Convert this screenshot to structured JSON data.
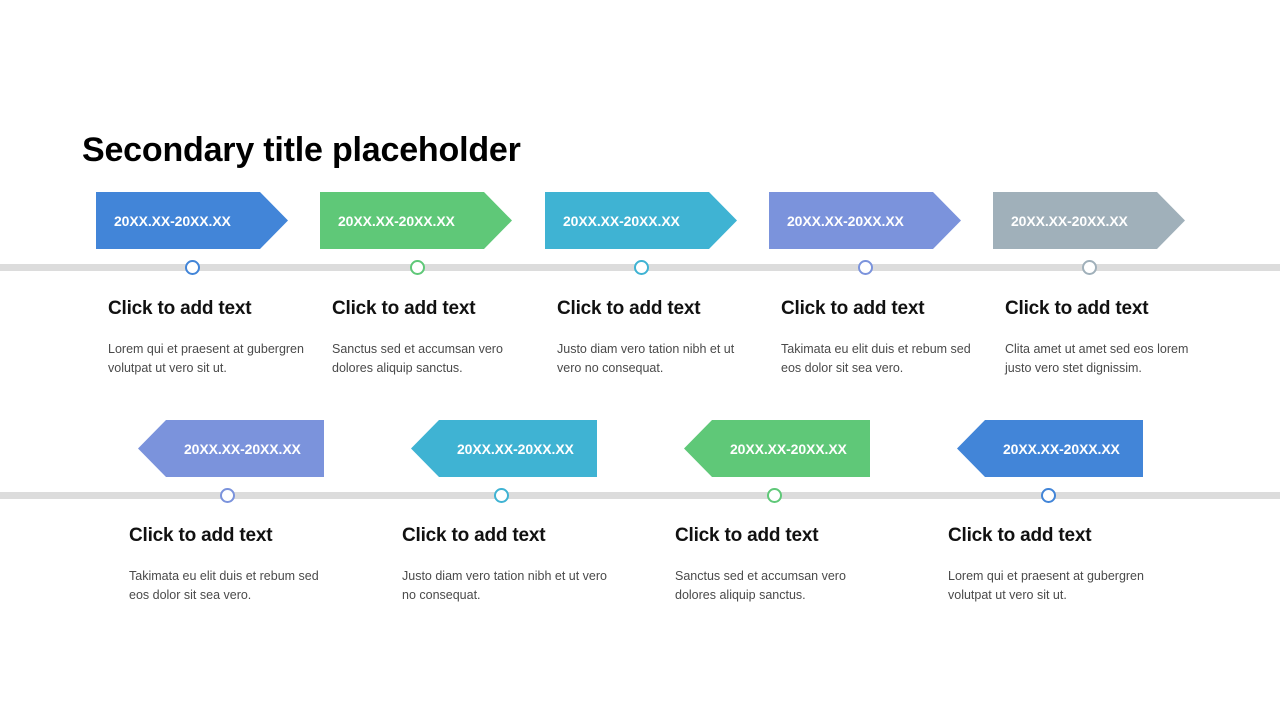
{
  "slide": {
    "title": "Secondary title placeholder",
    "background": "#ffffff",
    "rail_color": "#dcdcdc"
  },
  "palette": {
    "blue": "#4285d8",
    "green": "#5fc878",
    "teal": "#3fb3d3",
    "purple": "#7b93dc",
    "gray": "#a0b0ba"
  },
  "row1": {
    "direction": "right",
    "items": [
      {
        "date": "20XX.XX-20XX.XX",
        "heading": "Click to add text",
        "body": "Lorem qui et praesent at gubergren volutpat ut vero sit ut.",
        "color": "#4285d8",
        "marker": "timeline-marker"
      },
      {
        "date": "20XX.XX-20XX.XX",
        "heading": "Click to add text",
        "body": "Sanctus sed et accumsan vero dolores aliquip sanctus.",
        "color": "#5fc878",
        "marker": "timeline-marker"
      },
      {
        "date": "20XX.XX-20XX.XX",
        "heading": "Click to add text",
        "body": "Justo diam vero tation nibh et ut vero no consequat.",
        "color": "#3fb3d3",
        "marker": "timeline-marker"
      },
      {
        "date": "20XX.XX-20XX.XX",
        "heading": "Click to add text",
        "body": "Takimata eu elit duis et rebum sed eos dolor sit sea vero.",
        "color": "#7b93dc",
        "marker": "timeline-marker"
      },
      {
        "date": "20XX.XX-20XX.XX",
        "heading": "Click to add text",
        "body": "Clita amet ut amet sed eos lorem justo vero stet dignissim.",
        "color": "#a0b0ba",
        "marker": "timeline-marker"
      }
    ]
  },
  "row2": {
    "direction": "left",
    "items": [
      {
        "date": "20XX.XX-20XX.XX",
        "heading": "Click to add text",
        "body": "Takimata eu elit duis et rebum sed eos dolor sit sea vero.",
        "color": "#7b93dc",
        "marker": "timeline-marker"
      },
      {
        "date": "20XX.XX-20XX.XX",
        "heading": "Click to add text",
        "body": "Justo diam vero tation nibh et ut vero no consequat.",
        "color": "#3fb3d3",
        "marker": "timeline-marker"
      },
      {
        "date": "20XX.XX-20XX.XX",
        "heading": "Click to add text",
        "body": "Sanctus sed et accumsan vero dolores aliquip sanctus.",
        "color": "#5fc878",
        "marker": "timeline-marker"
      },
      {
        "date": "20XX.XX-20XX.XX",
        "heading": "Click to add text",
        "body": "Lorem qui et praesent at gubergren volutpat ut vero sit ut.",
        "color": "#4285d8",
        "marker": "timeline-marker"
      }
    ]
  }
}
